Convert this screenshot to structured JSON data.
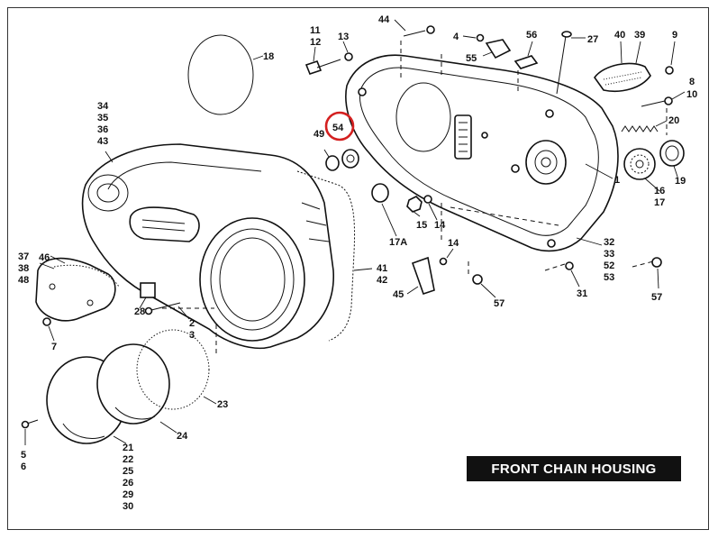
{
  "title": "FRONT CHAIN HOUSING",
  "highlight": {
    "label": "54",
    "color": "#d42020"
  },
  "callouts": [
    {
      "id": "c11",
      "text": "11"
    },
    {
      "id": "c12",
      "text": "12"
    },
    {
      "id": "c13",
      "text": "13"
    },
    {
      "id": "c44",
      "text": "44"
    },
    {
      "id": "c4",
      "text": "4"
    },
    {
      "id": "c56",
      "text": "56"
    },
    {
      "id": "c27",
      "text": "27"
    },
    {
      "id": "c40",
      "text": "40"
    },
    {
      "id": "c39",
      "text": "39"
    },
    {
      "id": "c9",
      "text": "9"
    },
    {
      "id": "c55",
      "text": "55"
    },
    {
      "id": "c18",
      "text": "18"
    },
    {
      "id": "c8",
      "text": "8"
    },
    {
      "id": "c10",
      "text": "10"
    },
    {
      "id": "c20",
      "text": "20"
    },
    {
      "id": "c34",
      "text": "34"
    },
    {
      "id": "c35",
      "text": "35"
    },
    {
      "id": "c36",
      "text": "36"
    },
    {
      "id": "c43",
      "text": "43"
    },
    {
      "id": "c49",
      "text": "49"
    },
    {
      "id": "c1",
      "text": "1"
    },
    {
      "id": "c19",
      "text": "19"
    },
    {
      "id": "c16",
      "text": "16"
    },
    {
      "id": "c17",
      "text": "17"
    },
    {
      "id": "c15",
      "text": "15"
    },
    {
      "id": "c14a",
      "text": "14"
    },
    {
      "id": "c17a",
      "text": "17A"
    },
    {
      "id": "c14b",
      "text": "14"
    },
    {
      "id": "c32",
      "text": "32"
    },
    {
      "id": "c33",
      "text": "33"
    },
    {
      "id": "c52",
      "text": "52"
    },
    {
      "id": "c53",
      "text": "53"
    },
    {
      "id": "c37",
      "text": "37"
    },
    {
      "id": "c38",
      "text": "38"
    },
    {
      "id": "c48",
      "text": "48"
    },
    {
      "id": "c46",
      "text": "46"
    },
    {
      "id": "c41",
      "text": "41"
    },
    {
      "id": "c42",
      "text": "42"
    },
    {
      "id": "c45",
      "text": "45"
    },
    {
      "id": "c57a",
      "text": "57"
    },
    {
      "id": "c31",
      "text": "31"
    },
    {
      "id": "c57b",
      "text": "57"
    },
    {
      "id": "c28",
      "text": "28"
    },
    {
      "id": "c2",
      "text": "2"
    },
    {
      "id": "c3",
      "text": "3"
    },
    {
      "id": "c7",
      "text": "7"
    },
    {
      "id": "c23",
      "text": "23"
    },
    {
      "id": "c24",
      "text": "24"
    },
    {
      "id": "c5",
      "text": "5"
    },
    {
      "id": "c6",
      "text": "6"
    },
    {
      "id": "c21",
      "text": "21"
    },
    {
      "id": "c22",
      "text": "22"
    },
    {
      "id": "c25",
      "text": "25"
    },
    {
      "id": "c26",
      "text": "26"
    },
    {
      "id": "c29",
      "text": "29"
    },
    {
      "id": "c30",
      "text": "30"
    }
  ]
}
